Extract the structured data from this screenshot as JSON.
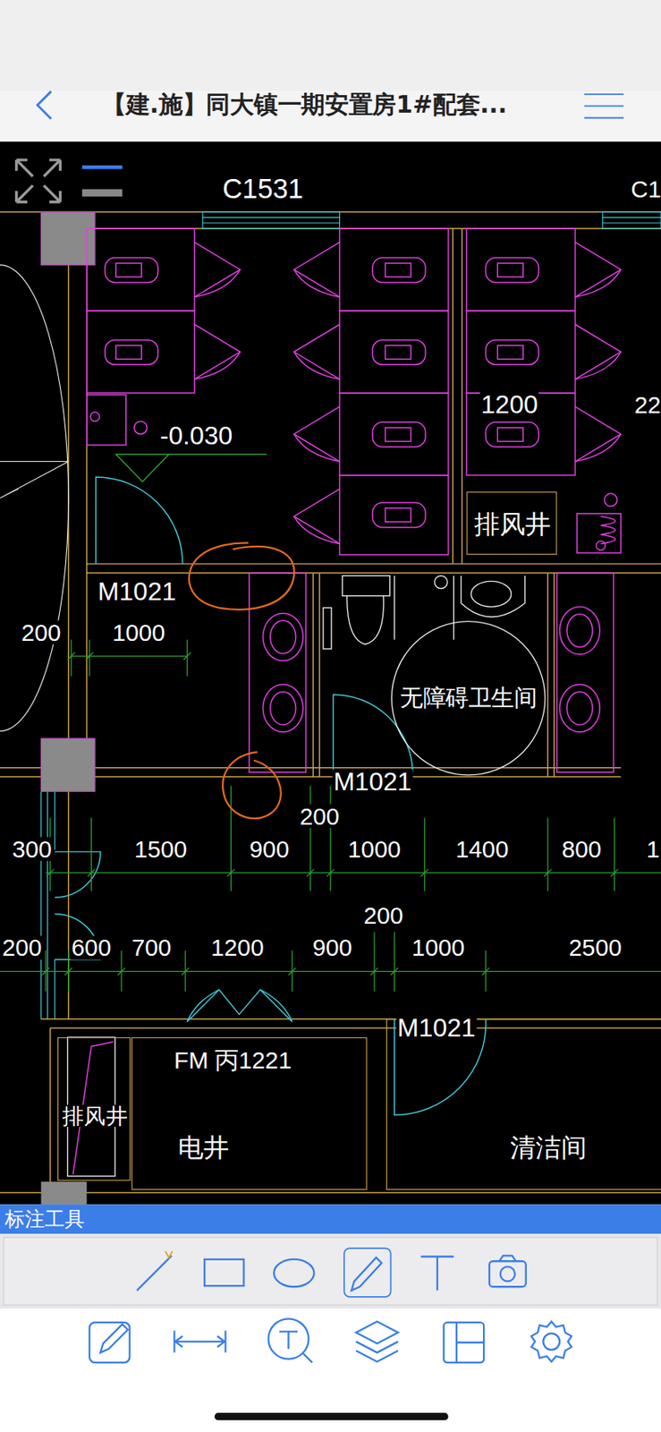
{
  "diagram": {
    "title": "【建.施】同大镇一期安置房1#配套...",
    "nodes": [
      {
        "text": [
          "排风井"
        ]
      },
      {
        "text": [
          "无障碍卫生间"
        ]
      },
      {
        "text": [
          "排风井"
        ]
      },
      {
        "text": [
          "电井"
        ]
      },
      {
        "text": [
          "清洁间"
        ]
      },
      {
        "text": [
          "标注工具"
        ]
      }
    ],
    "labels": [
      "C1531",
      "C1",
      "1200",
      "22",
      "-0.030",
      "M1021",
      "200",
      "1000",
      "M1021",
      "200",
      "300",
      "1500",
      "900",
      "1000",
      "1400",
      "800",
      "1",
      "200",
      "200",
      "600",
      "700",
      "1200",
      "900",
      "1000",
      "2500",
      "M1021",
      "FM 丙1221"
    ]
  }
}
